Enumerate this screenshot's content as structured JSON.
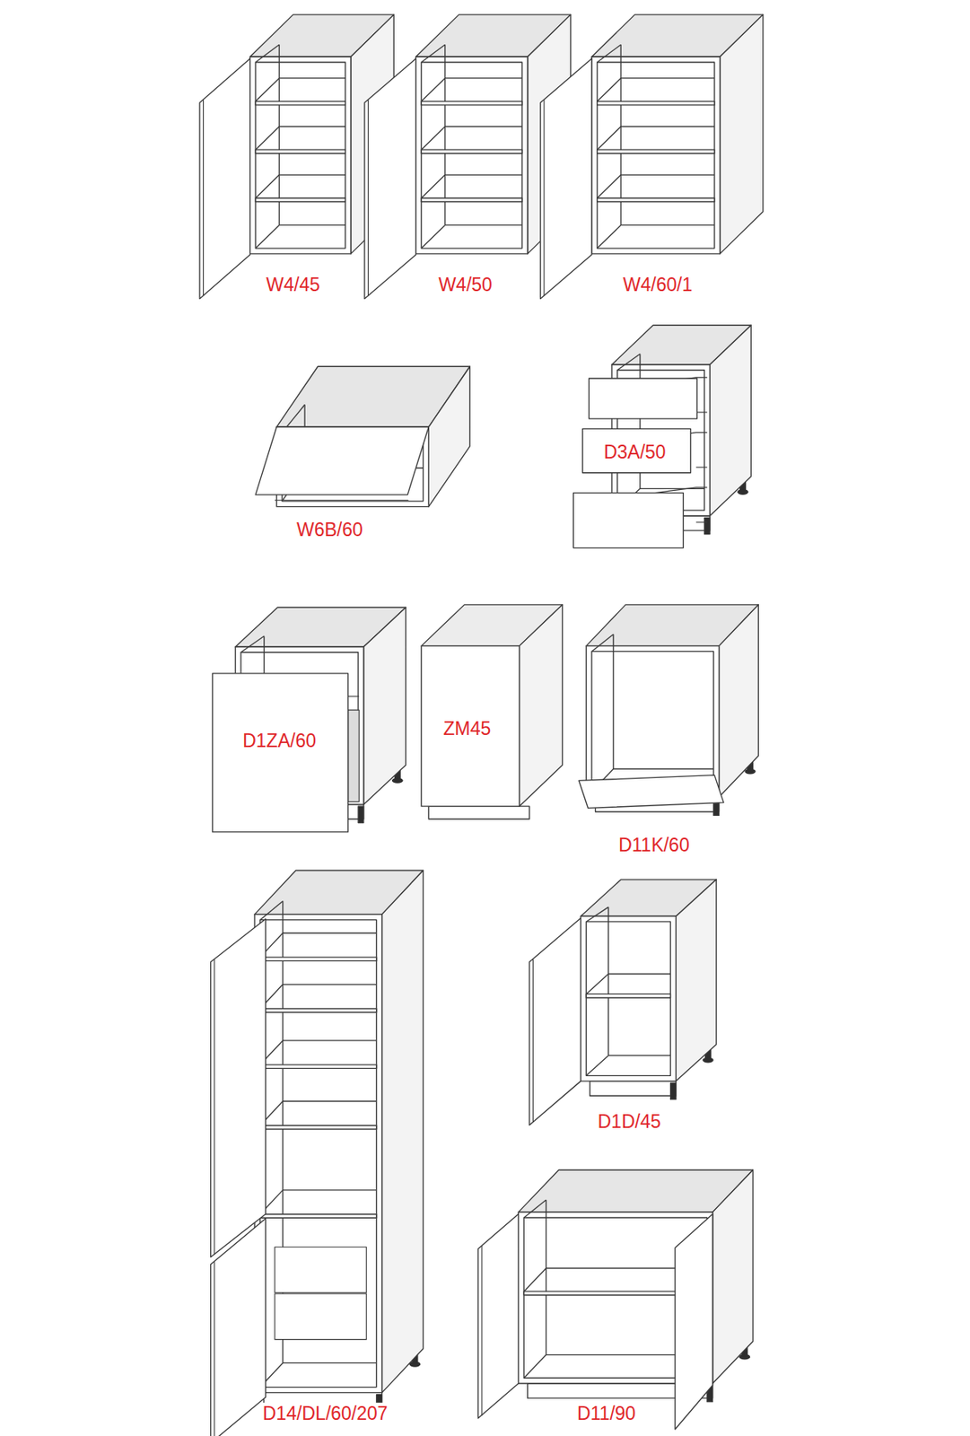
{
  "diagram": {
    "labels": [
      "W4/45",
      "W4/50",
      "W4/60/1",
      "W6B/60",
      "D3A/50",
      "D1ZA/60",
      "ZM45",
      "D11K/60",
      "D14/DL/60/207",
      "D1D/45",
      "D11/90"
    ]
  }
}
